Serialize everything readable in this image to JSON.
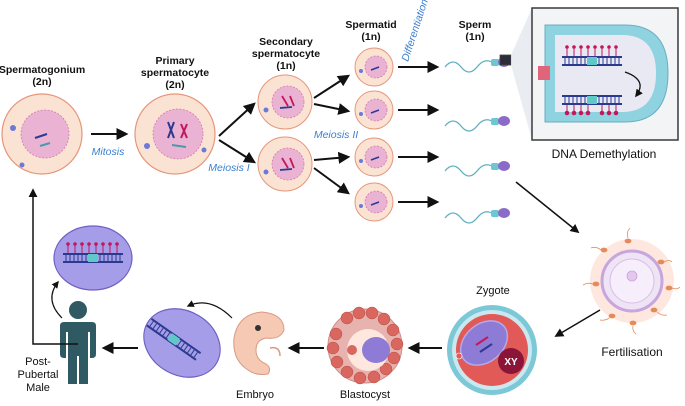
{
  "stages": {
    "spermatogonium": {
      "name": "Spermatogonium",
      "ploidy": "(2n)"
    },
    "primary": {
      "name1": "Primary",
      "name2": "spermatocyte",
      "ploidy": "(2n)"
    },
    "secondary": {
      "name1": "Secondary",
      "name2": "spermatocyte",
      "ploidy": "(1n)"
    },
    "spermatid": {
      "name": "Spermatid",
      "ploidy": "(1n)"
    },
    "sperm": {
      "name": "Sperm",
      "ploidy": "(1n)"
    }
  },
  "processes": {
    "mitosis": "Mitosis",
    "meiosis1": "Meiosis I",
    "meiosis2": "Meiosis II",
    "differentiation": "Differentiation"
  },
  "inset_title": "DNA Demethylation",
  "bottom": {
    "fertilisation": "Fertilisation",
    "zygote": "Zygote",
    "xy": "XY",
    "blastocyst": "Blastocyst",
    "embryo": "Embryo",
    "male1": "Post-",
    "male2": "Pubertal",
    "male3": "Male"
  },
  "colors": {
    "cell_fill": "#fbe3d4",
    "cell_stroke": "#e6967a",
    "nucleus": "#eab3d4",
    "purple": "#8e7bd6",
    "teal": "#4a9aa8",
    "magenta": "#c2185b",
    "arrow": "#111111",
    "process_text": "#3b7fd0"
  }
}
